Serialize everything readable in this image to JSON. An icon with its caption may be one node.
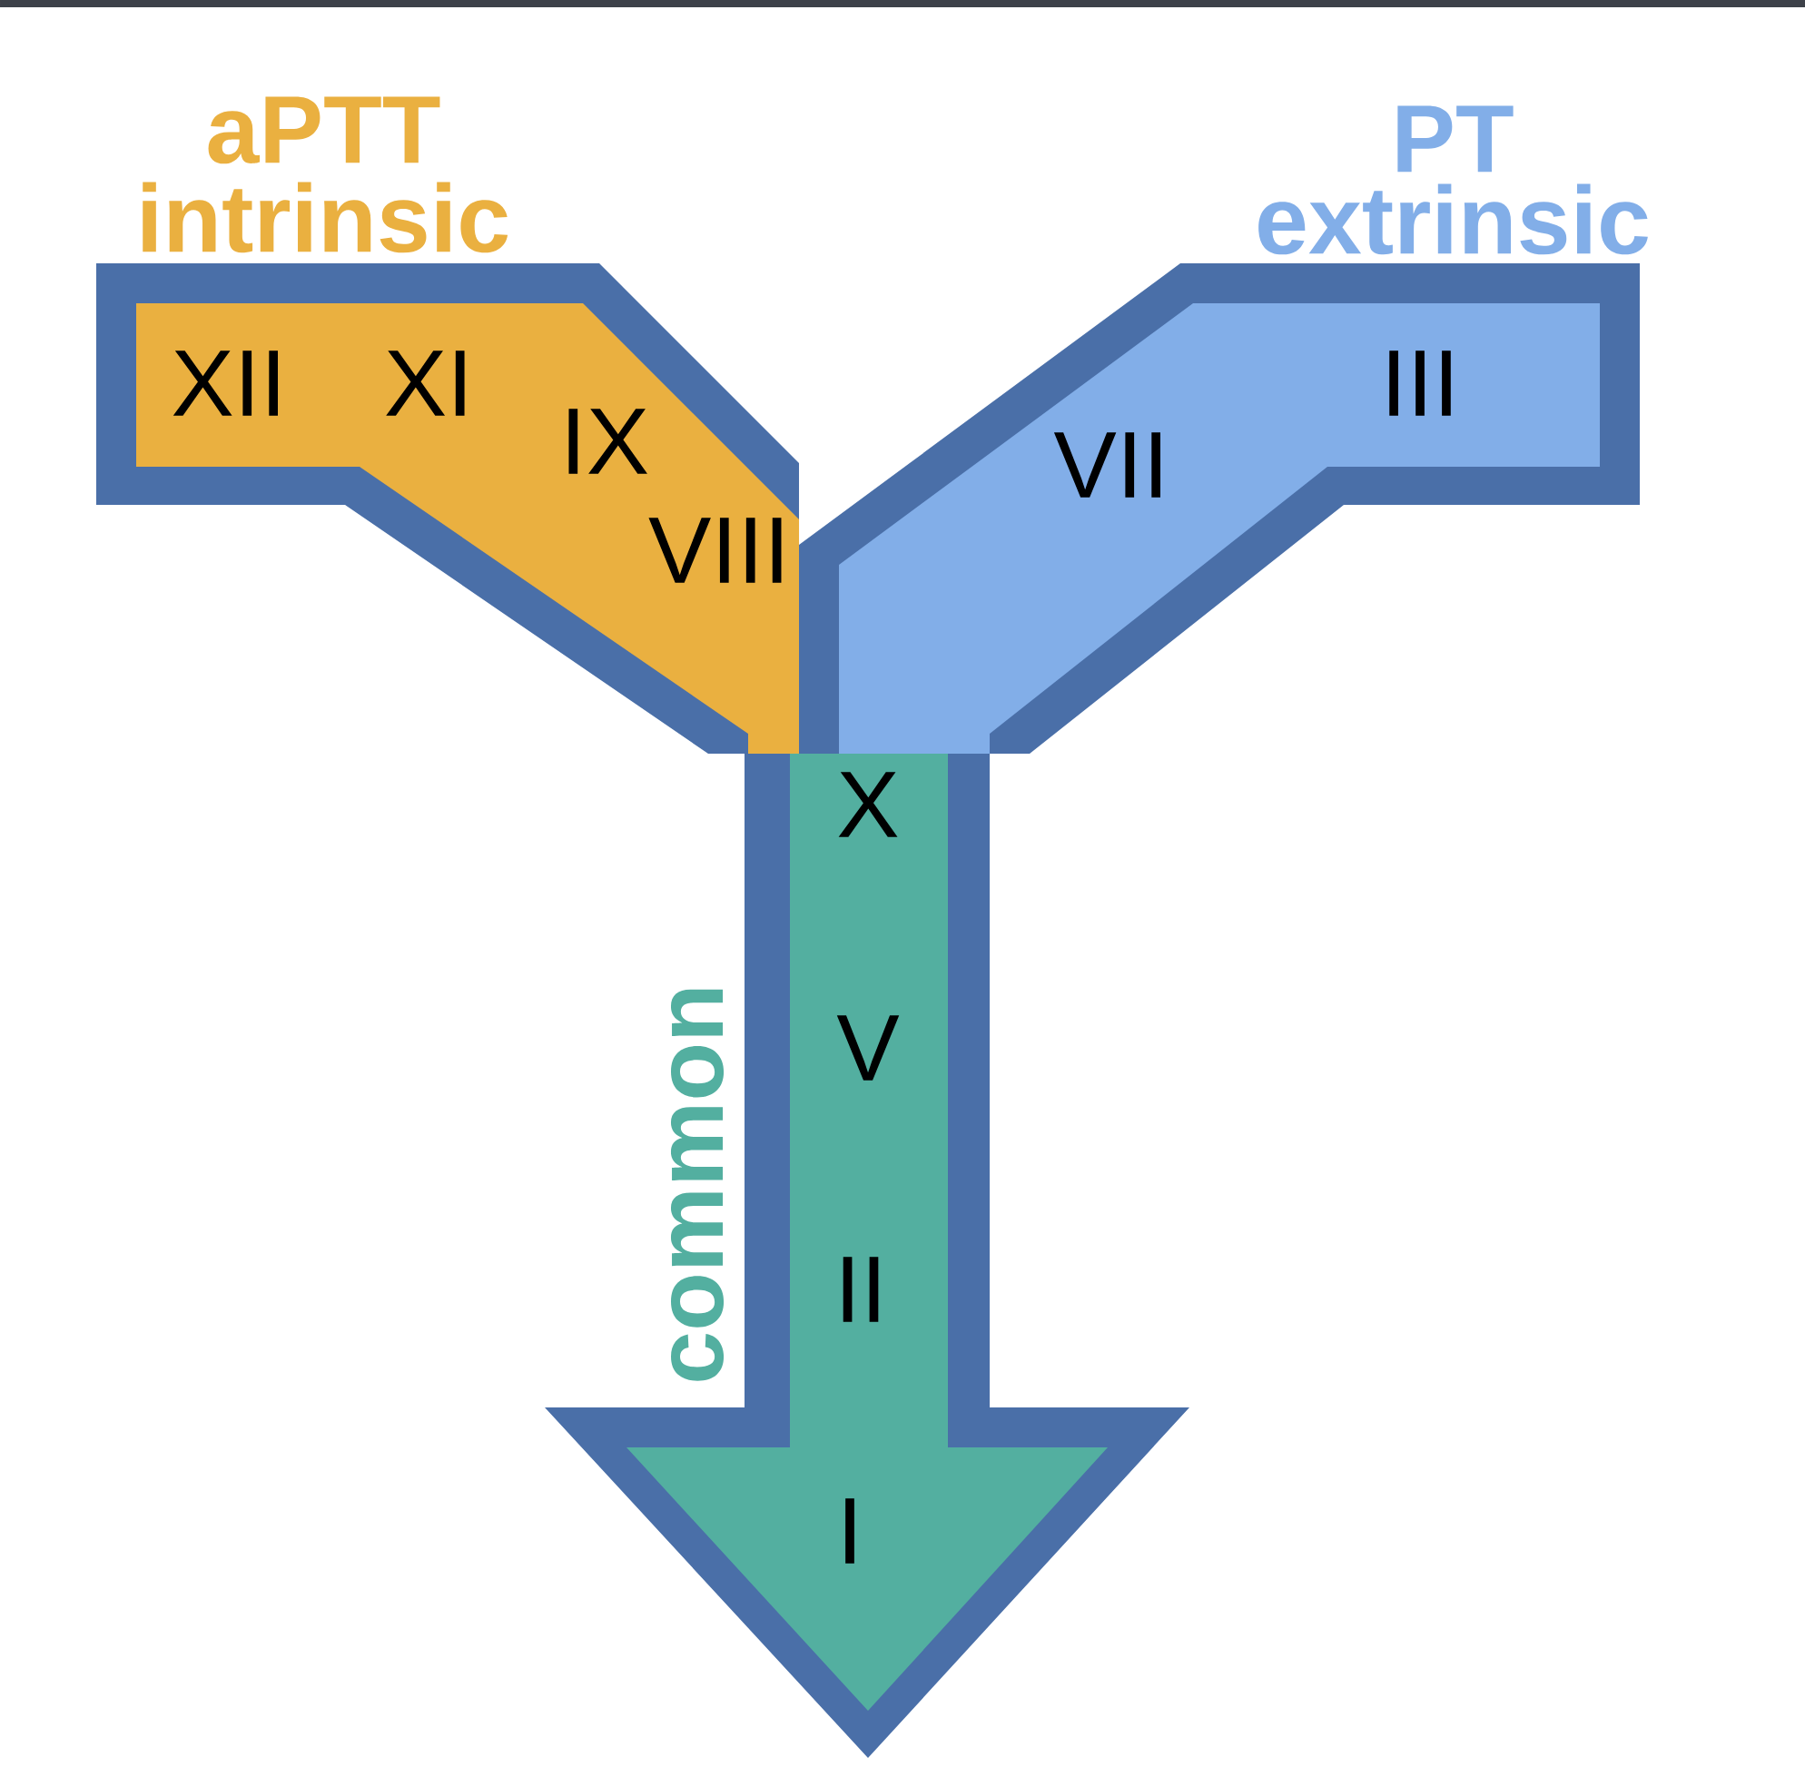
{
  "diagram": {
    "nodes": [
      {
        "text": [
          "aPTT intrinsic",
          "XII",
          "XI",
          "IX",
          "VIII"
        ]
      },
      {
        "text": [
          "PT extrinsic",
          "VII",
          "III"
        ]
      },
      {
        "text": [
          "common",
          "X",
          "V",
          "II",
          "I"
        ]
      }
    ]
  }
}
